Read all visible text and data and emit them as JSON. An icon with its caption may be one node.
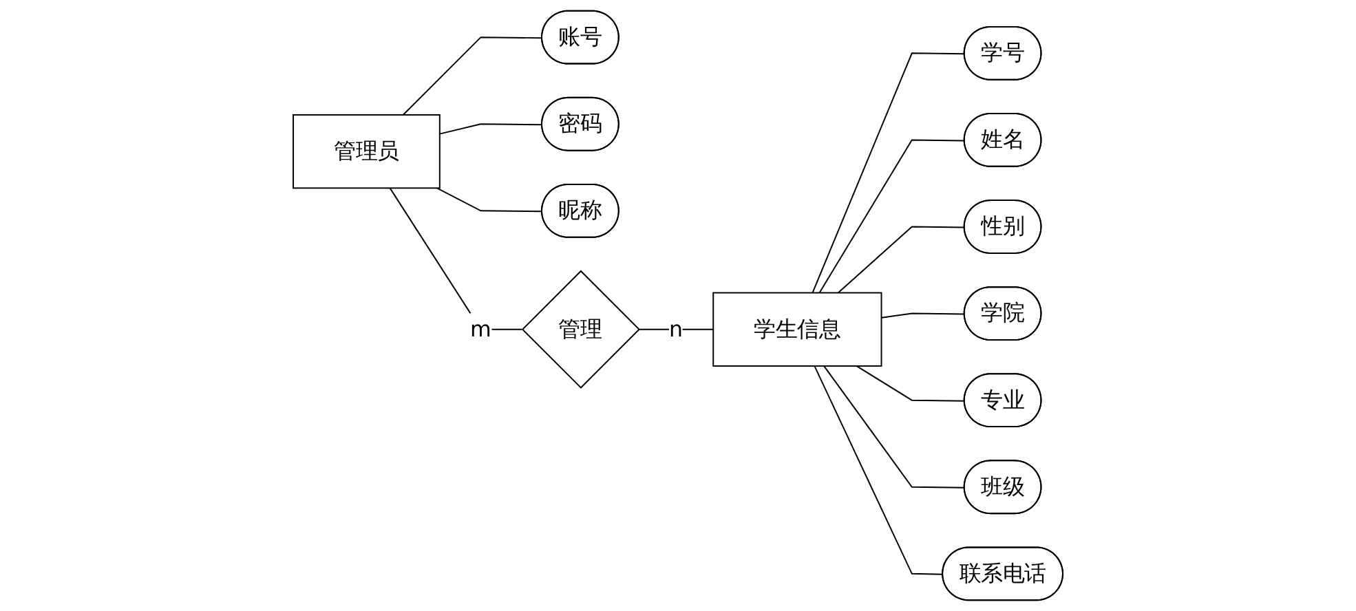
{
  "diagram": {
    "nodes": [
      {
        "text": [
          "账号"
        ]
      },
      {
        "text": [
          "密码"
        ]
      },
      {
        "text": [
          "管理员"
        ]
      },
      {
        "text": [
          "昵称"
        ]
      },
      {
        "text": [
          "管理"
        ]
      },
      {
        "text": [
          "学号"
        ]
      },
      {
        "text": [
          "姓名"
        ]
      },
      {
        "text": [
          "性别"
        ]
      },
      {
        "text": [
          "学生信息"
        ]
      },
      {
        "text": [
          "学院"
        ]
      },
      {
        "text": [
          "联系电话"
        ]
      },
      {
        "text": [
          "班级"
        ]
      },
      {
        "text": [
          "专业"
        ]
      }
    ],
    "edges": [
      {
        "from": 2,
        "to": 0,
        "arrow": "none"
      },
      {
        "from": 2,
        "to": 1,
        "arrow": "none"
      },
      {
        "from": 2,
        "to": 3,
        "arrow": "none"
      },
      {
        "from": 2,
        "to": 4,
        "label": "m",
        "arrow": "none"
      },
      {
        "from": 4,
        "to": 8,
        "label": "n",
        "arrow": "none"
      },
      {
        "from": 8,
        "to": 5,
        "arrow": "none"
      },
      {
        "from": 8,
        "to": 6,
        "arrow": "none"
      },
      {
        "from": 8,
        "to": 7,
        "arrow": "none"
      },
      {
        "from": 8,
        "to": 9,
        "arrow": "none"
      },
      {
        "from": 8,
        "to": 12,
        "arrow": "none"
      },
      {
        "from": 8,
        "to": 11,
        "arrow": "none"
      },
      {
        "from": 8,
        "to": 10,
        "arrow": "none"
      }
    ]
  }
}
